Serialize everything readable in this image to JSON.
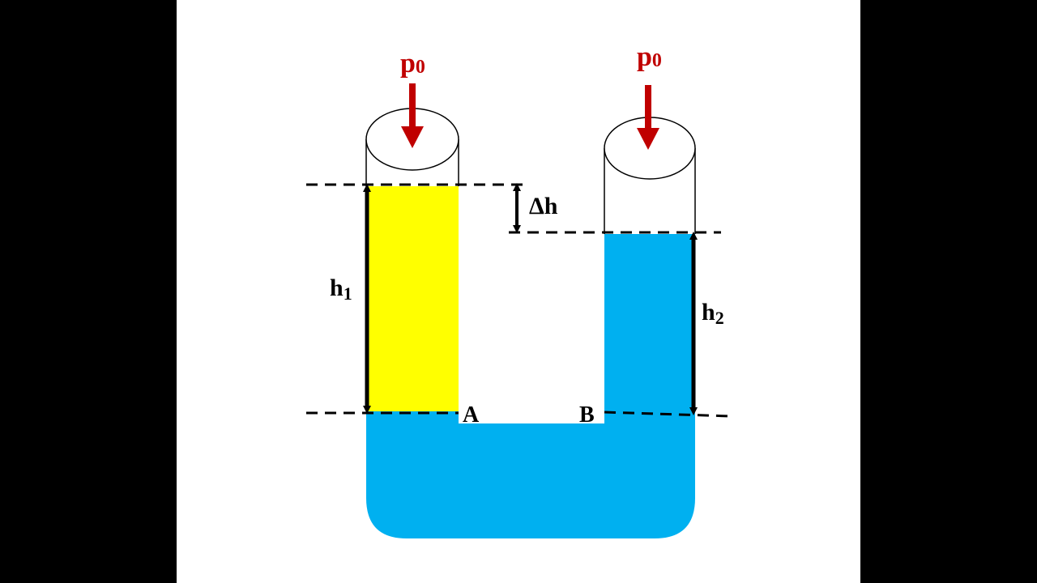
{
  "labels": {
    "pressure_left": "p",
    "pressure_left_sub": "0",
    "pressure_right": "p",
    "pressure_right_sub": "0",
    "delta_h": "Δh",
    "h1": "h",
    "h1_sub": "1",
    "h2": "h",
    "h2_sub": "2",
    "point_a": "A",
    "point_b": "B"
  },
  "colors": {
    "background": "#000000",
    "canvas": "#ffffff",
    "liquid_left": "#ffff00",
    "liquid_main": "#00b0f0",
    "pressure_arrow": "#c00000",
    "lines": "#000000"
  }
}
